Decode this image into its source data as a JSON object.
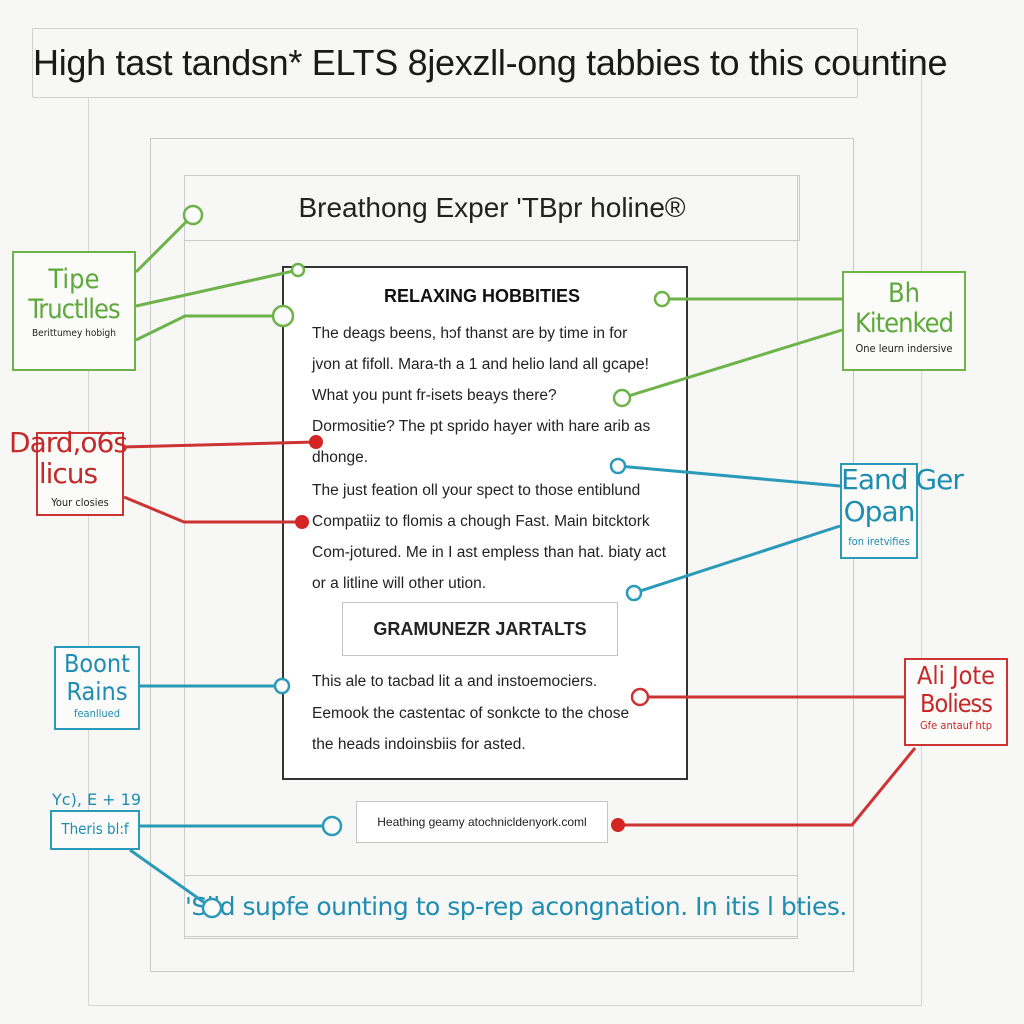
{
  "title": "High tast tandsn* ELTS 8jexzll-ong tabbies to this countine",
  "subtitle": "Breathong Exper 'TBpr holine®",
  "document": {
    "heading": "RELAXING HOBBITIES",
    "paragraph1": [
      "The deags beens, hɔf thanst are by time in for",
      "jvon at fifoll. Mara-th a 1 and helio land all gcape!",
      "What you punt fr-isets beays there?",
      "Dormositie? The pt sprido hayer with hare arib as",
      "dhonge.",
      "The just feation oll your spect to those entiblund",
      "Compatiiz to flomis a chough Fast. Main bitcktork",
      "Com-jotured. Me in I ast empless than hat. biaty act",
      "or a litline will other ution."
    ],
    "section_heading": "GRAMUNEZR JARTALTS",
    "paragraph2": [
      "This ale to tacbad lit a and instoemociers.",
      "Eemook the castentac of sonkcte to the chose",
      "the heads indoinsbiis for asted."
    ],
    "url": "Heathing geamy atochnicldenyork.coml"
  },
  "footer": "'Sild supfe ounting to sp-rep acongnation. In itis l bties.",
  "callouts": {
    "left_green": {
      "line1": "Tipe",
      "line2": "Tructlles",
      "small": "Berittumey hobigh"
    },
    "left_red": {
      "line1": "Dard,o6s",
      "line2": "licus",
      "small": "Your closies"
    },
    "left_blue": {
      "line1": "Boont",
      "line2": "Rains",
      "small": "feanllued"
    },
    "left_blue_small": {
      "top": "Yc), E + 19",
      "box": "Theris bl:f"
    },
    "right_green": {
      "line1": "Bh",
      "line2": "Kitenked",
      "small": "One leurn indersive"
    },
    "right_blue": {
      "line1": "Eand Ger",
      "line2": "Opan",
      "small": "fon iretvifies"
    },
    "right_red": {
      "line1": "Ali Jote",
      "line2": "Boliess",
      "small": "Gfe antauf htp"
    }
  },
  "colors": {
    "green": "#6db34a",
    "red": "#cc3333",
    "blue": "#2a9ab8"
  }
}
